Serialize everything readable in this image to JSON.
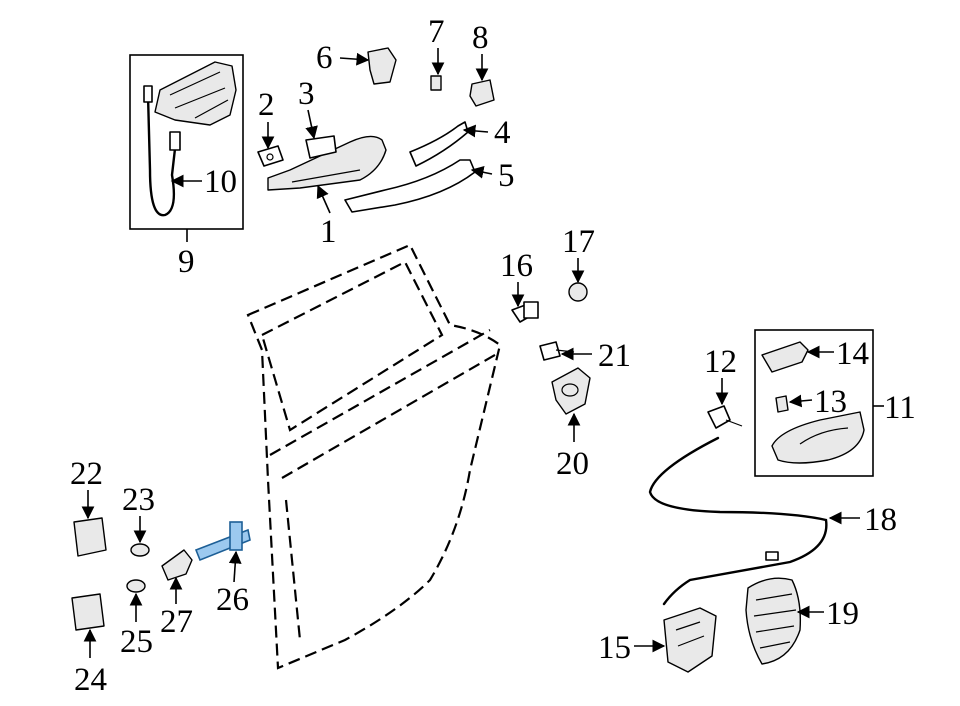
{
  "callouts": [
    "1",
    "2",
    "3",
    "4",
    "5",
    "6",
    "7",
    "8",
    "9",
    "10",
    "11",
    "12",
    "13",
    "14",
    "15",
    "16",
    "17",
    "18",
    "19",
    "20",
    "21",
    "22",
    "23",
    "24",
    "25",
    "26",
    "27"
  ],
  "colors": {
    "line": "#000000",
    "highlight_fill": "#9cc9ef",
    "highlight_stroke": "#1d5f96",
    "background": "#ffffff"
  }
}
